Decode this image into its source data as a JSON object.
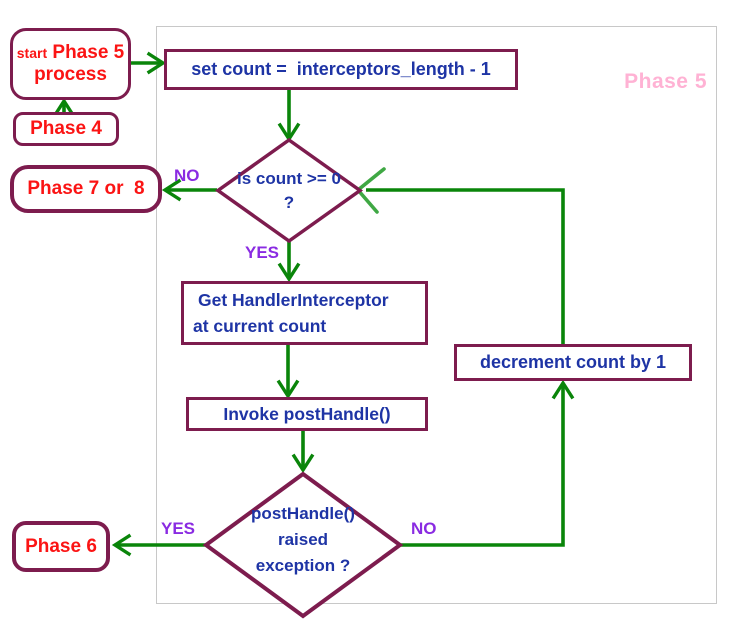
{
  "diagram": {
    "phase_watermark": "Phase 5",
    "nodes": {
      "start": {
        "line1_small": "start",
        "line1_big": " Phase 5",
        "line2": "process"
      },
      "phase4": {
        "label": "Phase 4"
      },
      "phase7or8": {
        "label": "Phase 7 or  8"
      },
      "phase6": {
        "label": "Phase 6"
      },
      "set_count": {
        "label": "set count =  interceptors_length - 1"
      },
      "decision_count": {
        "line1": "is count >= 0",
        "line2": "?"
      },
      "get_handler": {
        "line1": "Get HandlerInterceptor",
        "line2": "at current count"
      },
      "invoke": {
        "label": "Invoke postHandle()"
      },
      "decision_exception": {
        "line1": "postHandle()",
        "line2": "raised",
        "line3": "exception ?"
      },
      "decrement": {
        "label": "decrement count by 1"
      }
    },
    "edge_labels": {
      "count_no": "NO",
      "count_yes": "YES",
      "exception_yes": "YES",
      "exception_no": "NO"
    },
    "colors": {
      "node_border": "#7d1c4e",
      "phase_text": "#fb1414",
      "step_text": "#1e34a5",
      "edge_label_text": "#8a2be2",
      "arrow": "#0a850a",
      "arrowhead_light": "#3fa844",
      "watermark_pink": "#ffb2d4",
      "frame_border": "#c8c8c8"
    }
  }
}
